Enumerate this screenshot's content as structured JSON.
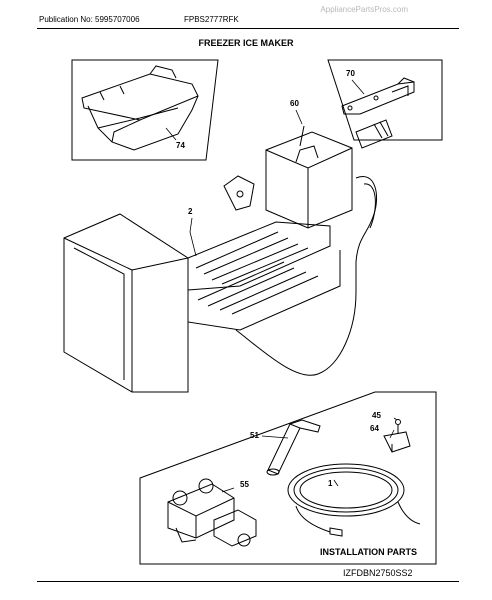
{
  "header": {
    "watermark": "AppliancePartsPros.com",
    "publication_no": "Publication No: 5995707006",
    "model": "FPBS2777RFK",
    "title": "FREEZER ICE MAKER"
  },
  "callouts": {
    "c74": "74",
    "c70": "70",
    "c60": "60",
    "c2": "2",
    "c45": "45",
    "c64": "64",
    "c51": "51",
    "c1": "1",
    "c55": "55"
  },
  "install_label": "INSTALLATION PARTS",
  "footer_code": "IZFDBN2750SS2"
}
